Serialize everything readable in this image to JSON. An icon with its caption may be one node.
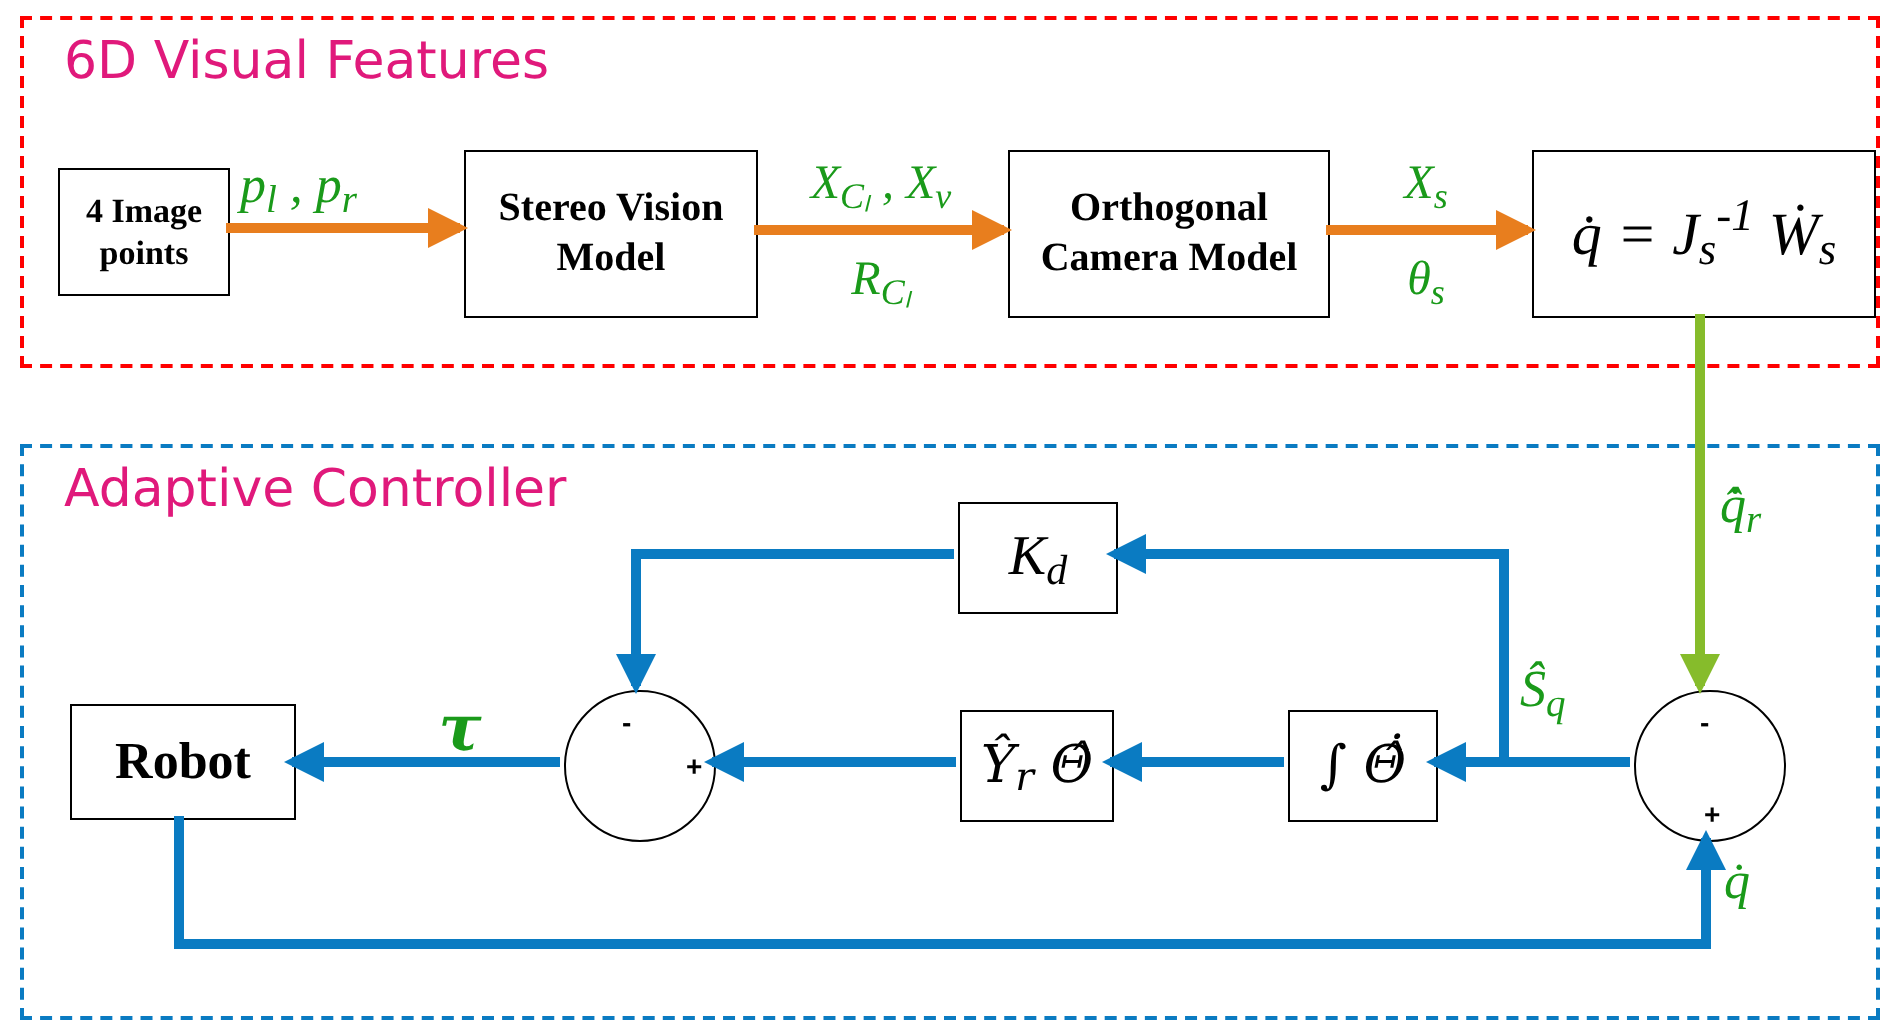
{
  "diagram": {
    "nodes": [
      {
        "text": [
          "6D Visual Features"
        ]
      },
      {
        "text": [
          "4 Image points"
        ],
        "in": 0
      },
      {
        "text": [
          "Stereo Vision Model"
        ],
        "in": 0
      },
      {
        "text": [
          "Orthogonal Camera Model"
        ],
        "in": 0
      },
      {
        "text": [
          "q̇ = J$_{s}$$^{-1}$ Ẇ$_{s}$"
        ],
        "in": 0
      },
      {
        "text": [
          "Adaptive Controller"
        ]
      },
      {
        "text": [
          "K$_{d}$"
        ],
        "in": 5
      },
      {
        "text": [
          "Robot"
        ],
        "in": 5
      },
      {
        "text": [
          "-",
          "+"
        ],
        "in": 5
      },
      {
        "text": [
          "Ŷ$_{r}$ Θ̂"
        ],
        "in": 5
      },
      {
        "text": [
          "∫ Θ̂̇"
        ],
        "in": 5
      },
      {
        "text": [
          "-",
          "+"
        ],
        "in": 5
      }
    ],
    "edges": [
      {
        "from": 1,
        "to": 2,
        "arrow": "to",
        "label": "p$_{l}$ , p$_{r}$",
        "color": "#e87e1e"
      },
      {
        "from": 2,
        "to": 3,
        "arrow": "to",
        "label": "X$_{Cₗ}$ , X$_{v}$ R$_{Cₗ}$",
        "color": "#e87e1e"
      },
      {
        "from": 3,
        "to": 4,
        "arrow": "to",
        "label": "X$_{s}$ θ$_{s}$",
        "color": "#e87e1e"
      },
      {
        "from": 4,
        "to": 11,
        "arrow": "to",
        "label": "q̂̇$_{r}$",
        "color": "#86bc2b"
      },
      {
        "from": 11,
        "to": 10,
        "arrow": "to",
        "label": "Ŝ$_{q}$"
      },
      {
        "from": 11,
        "to": 6,
        "arrow": "to"
      },
      {
        "from": 6,
        "to": 8,
        "arrow": "to"
      },
      {
        "from": 10,
        "to": 9,
        "arrow": "to"
      },
      {
        "from": 9,
        "to": 8,
        "arrow": "to"
      },
      {
        "from": 8,
        "to": 7,
        "arrow": "to",
        "label": "τ"
      },
      {
        "from": 7,
        "to": 11,
        "arrow": "to",
        "label": "q̇"
      }
    ]
  }
}
